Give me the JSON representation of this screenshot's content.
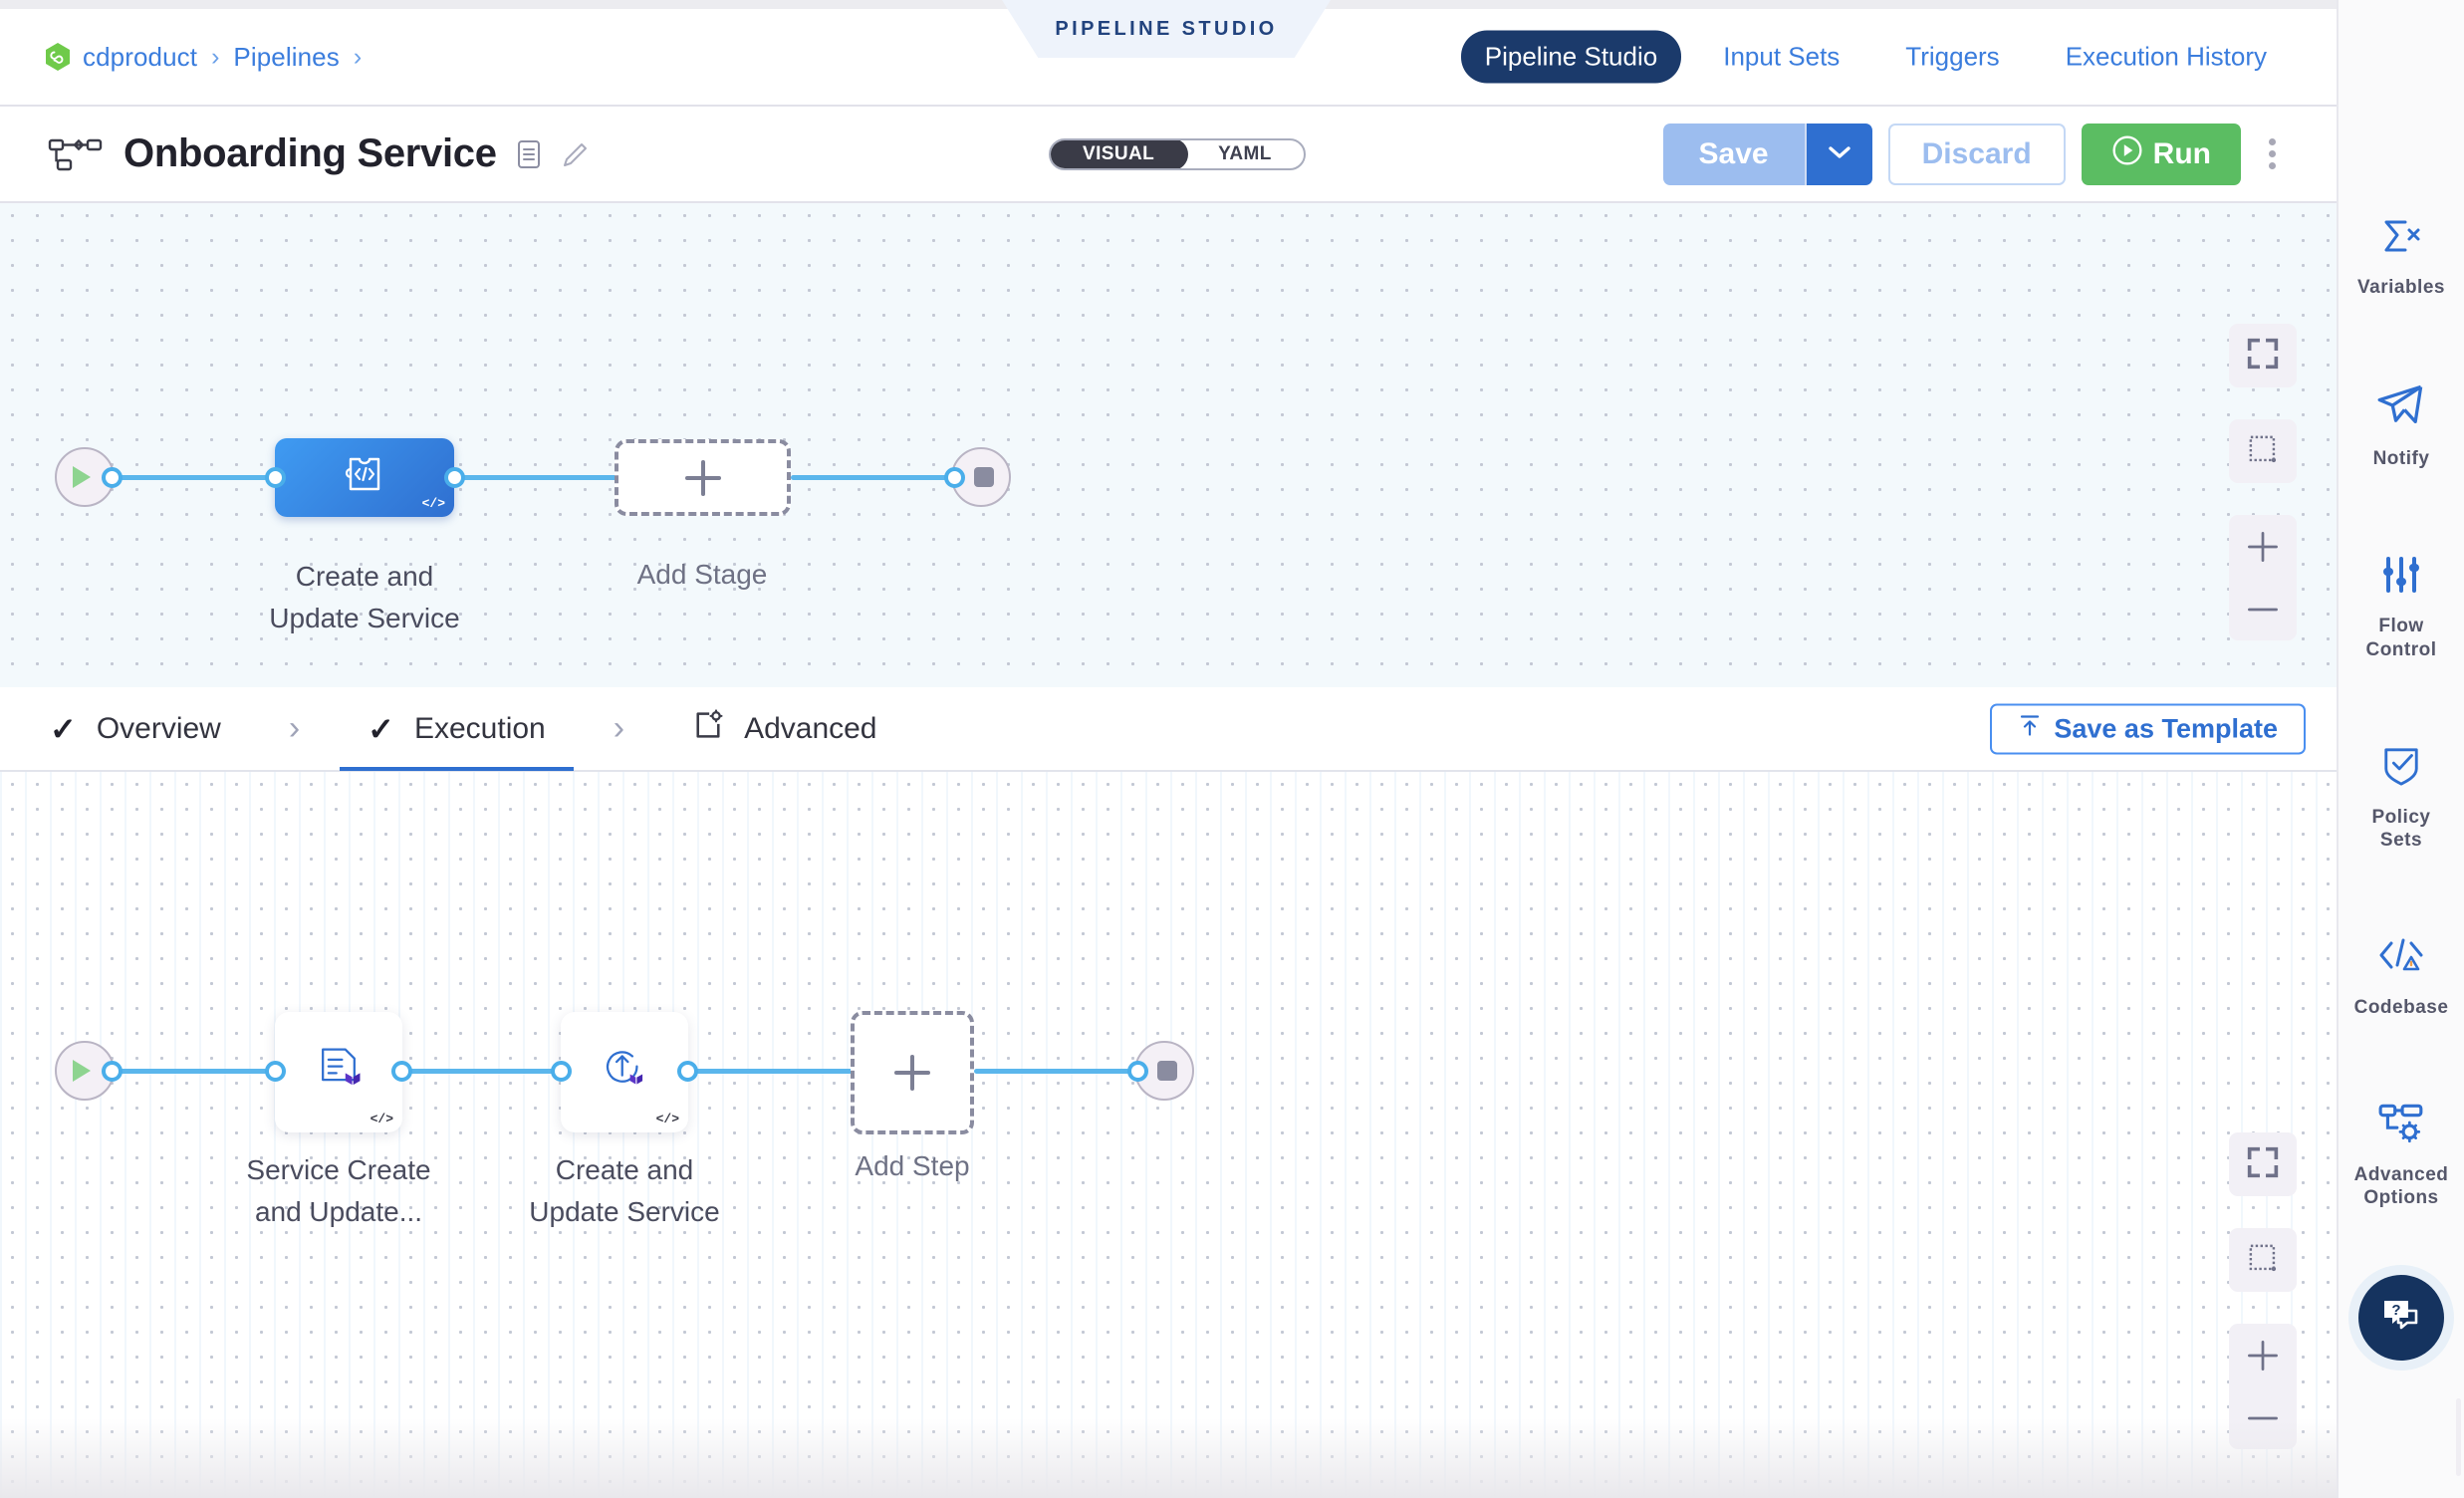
{
  "breadcrumb": {
    "logo_icon": "harness-module-icon",
    "items": [
      "cdproduct",
      "Pipelines"
    ],
    "separator": "›"
  },
  "header": {
    "studio_banner": "PIPELINE STUDIO",
    "nav": [
      {
        "label": "Pipeline Studio",
        "active": true
      },
      {
        "label": "Input Sets",
        "active": false
      },
      {
        "label": "Triggers",
        "active": false
      },
      {
        "label": "Execution History",
        "active": false
      }
    ],
    "active_accent": "#1b3a6b",
    "link_color": "#4a8ff0"
  },
  "titlebar": {
    "pipeline_icon": "pipeline-tree-icon",
    "title": "Onboarding Service",
    "description_icon": "description-icon",
    "edit_icon": "pencil-icon",
    "mode": {
      "options": [
        "VISUAL",
        "YAML"
      ],
      "selected": "VISUAL"
    },
    "actions": {
      "save_label": "Save",
      "save_caret_icon": "chevron-down-icon",
      "discard_label": "Discard",
      "run_label": "Run",
      "run_icon": "play-circle-icon",
      "more_icon": "kebab-menu-icon",
      "save_color": "#9cbdef",
      "run_color": "#5bbd62"
    }
  },
  "stage_canvas": {
    "background": "#f3f9fc",
    "nodes": [
      {
        "type": "start",
        "name": "pipeline-start-node",
        "icon": "play-icon"
      },
      {
        "type": "stage",
        "name": "stage-node-create-and-update-service",
        "label": "Create and\nUpdate Service",
        "icon": "custom-stage-icon",
        "badge": "</>",
        "color": "#2f6fd0"
      },
      {
        "type": "add",
        "name": "add-stage-button",
        "label": "Add Stage",
        "icon": "plus-icon"
      },
      {
        "type": "end",
        "name": "pipeline-end-node",
        "icon": "stop-icon"
      }
    ],
    "controls": [
      {
        "name": "fit-to-screen-button",
        "icon": "fullscreen-icon"
      },
      {
        "name": "selection-marquee-button",
        "icon": "marquee-icon"
      },
      {
        "name": "zoom-in-button",
        "icon": "plus-icon"
      },
      {
        "name": "zoom-out-button",
        "icon": "minus-icon"
      }
    ]
  },
  "subtabs": {
    "items": [
      {
        "label": "Overview",
        "icon": "check-icon",
        "active": false
      },
      {
        "label": "Execution",
        "icon": "check-icon",
        "active": true
      },
      {
        "label": "Advanced",
        "icon": "advanced-gear-page-icon",
        "active": false
      }
    ],
    "separator": "›",
    "save_as_template": {
      "label": "Save as Template",
      "icon": "save-template-icon",
      "color": "#3b7ddd"
    }
  },
  "exec_canvas": {
    "background": "#ffffff",
    "nodes": [
      {
        "type": "start",
        "name": "execution-start-node",
        "icon": "play-icon"
      },
      {
        "type": "step",
        "name": "step-node-service-create-and-update",
        "label": "Service Create\nand Update...",
        "icon": "terraform-plan-icon",
        "badge": "</>"
      },
      {
        "type": "step",
        "name": "step-node-create-and-update-service",
        "label": "Create and\nUpdate Service",
        "icon": "terraform-apply-icon",
        "badge": "</>"
      },
      {
        "type": "add",
        "name": "add-step-button",
        "label": "Add Step",
        "icon": "plus-icon"
      },
      {
        "type": "end",
        "name": "execution-end-node",
        "icon": "stop-icon"
      }
    ],
    "controls": [
      {
        "name": "fit-to-screen-button",
        "icon": "fullscreen-icon"
      },
      {
        "name": "selection-marquee-button",
        "icon": "marquee-icon"
      },
      {
        "name": "zoom-in-button",
        "icon": "plus-icon"
      },
      {
        "name": "zoom-out-button",
        "icon": "minus-icon"
      }
    ]
  },
  "rail": {
    "items": [
      {
        "label": "Variables",
        "icon": "sigma-x-icon"
      },
      {
        "label": "Notify",
        "icon": "paper-plane-icon"
      },
      {
        "label": "Flow\nControl",
        "icon": "sliders-icon"
      },
      {
        "label": "Policy\nSets",
        "icon": "shield-check-icon"
      },
      {
        "label": "Codebase",
        "icon": "codebase-warning-icon",
        "has_warning": true
      },
      {
        "label": "Advanced\nOptions",
        "icon": "nodes-gear-icon"
      }
    ],
    "help_button": {
      "name": "help-chat-button",
      "icon": "help-chat-icon",
      "color": "#15335f"
    },
    "icon_color": "#2f6fd0"
  }
}
